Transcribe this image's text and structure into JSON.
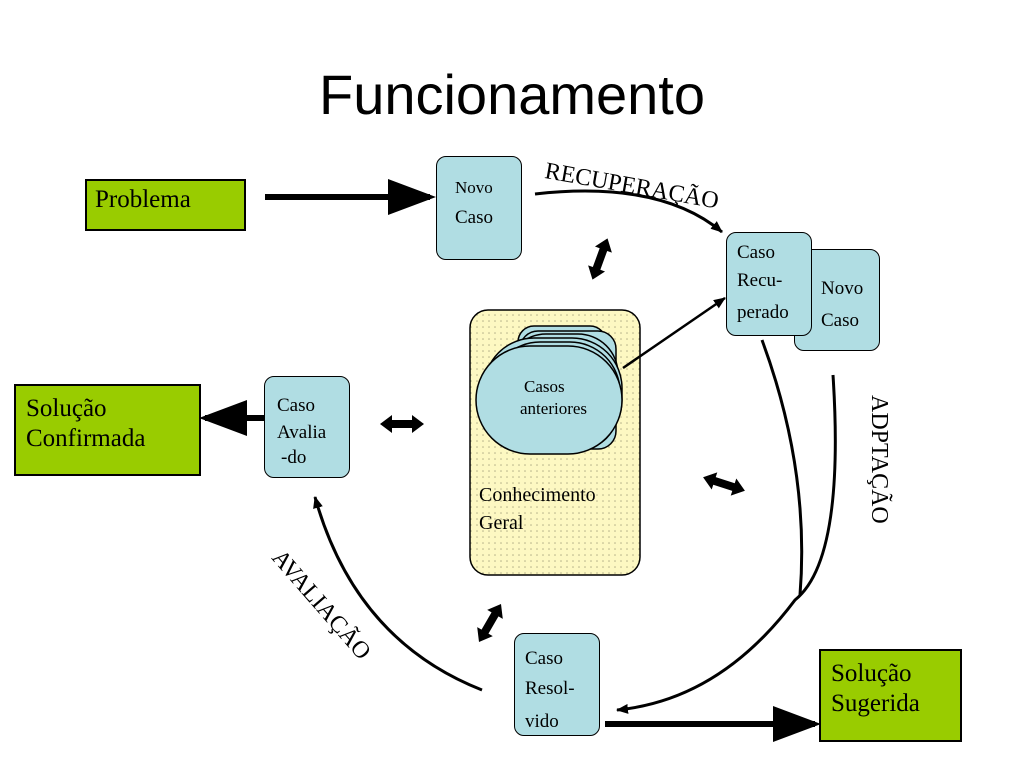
{
  "title": "Funcionamento",
  "inputs": {
    "problem": "Problema"
  },
  "cases": {
    "new_case": [
      "Novo",
      "Caso"
    ],
    "retrieved": [
      "Caso",
      "Recu-",
      "perado"
    ],
    "new_case_copy": [
      "Novo",
      "Caso"
    ],
    "resolved": [
      "Caso",
      "Resol-",
      "vido"
    ],
    "evaluated": [
      "Caso",
      "Avalia",
      "-do"
    ]
  },
  "knowledge": {
    "previous_cases": [
      "Casos",
      "anteriores"
    ],
    "general": [
      "Conhecimento",
      "Geral"
    ]
  },
  "outputs": {
    "confirmed": [
      "Solução",
      "Confirmada"
    ],
    "suggested": [
      "Solução",
      "Sugerida"
    ]
  },
  "phases": {
    "retrieval": "RECUPERAÇÃO",
    "adaptation": "ADPTAÇÃO",
    "evaluation": "AVALIAÇÃO"
  },
  "colors": {
    "green_box": "#99cc00",
    "blue_box": "#b0dde3",
    "knowledge_box": "#fdf8c2"
  }
}
